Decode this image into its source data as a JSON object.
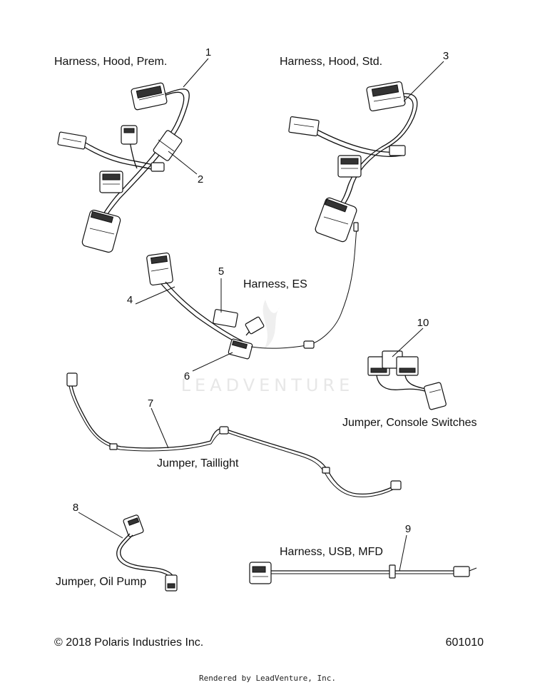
{
  "watermark": "LEADVENTURE",
  "labels": {
    "hood_prem": "Harness, Hood, Prem.",
    "hood_std": "Harness, Hood, Std.",
    "es": "Harness, ES",
    "console": "Jumper, Console Switches",
    "taillight": "Jumper, Taillight",
    "oil_pump": "Jumper, Oil Pump",
    "usb_mfd": "Harness, USB, MFD"
  },
  "callouts": [
    "1",
    "2",
    "3",
    "4",
    "5",
    "6",
    "7",
    "8",
    "9",
    "10"
  ],
  "footer": {
    "copyright": "© 2018 Polaris Industries Inc.",
    "diagram_number": "601010",
    "rendered_by": "Rendered by LeadVenture, Inc."
  }
}
